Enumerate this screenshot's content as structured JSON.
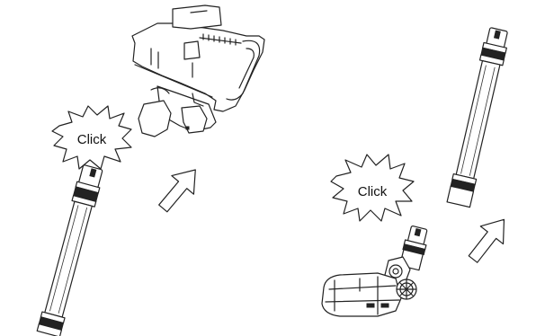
{
  "steps": [
    {
      "id": "step-attach-tube-to-body",
      "burst_label": "Click"
    },
    {
      "id": "step-attach-floor-head-to-tube",
      "burst_label": "Click"
    }
  ]
}
